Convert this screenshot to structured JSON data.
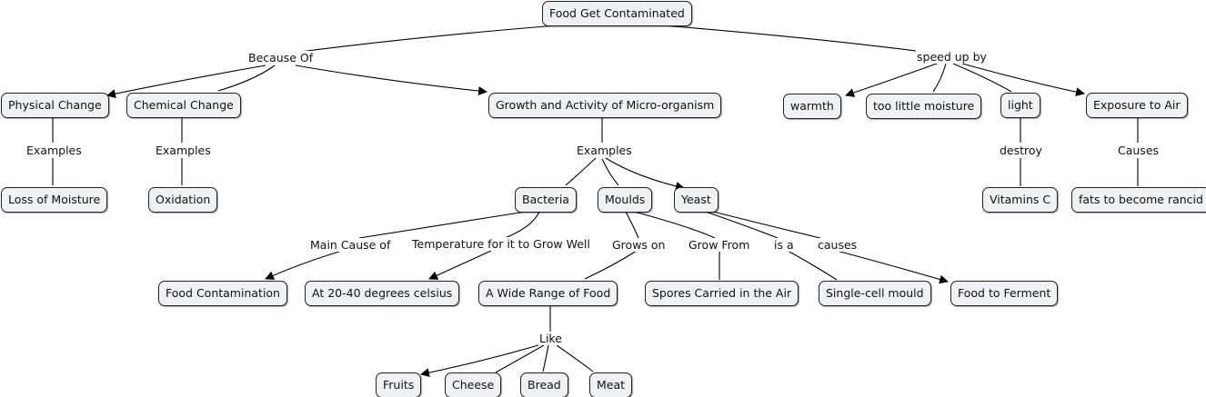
{
  "concepts": {
    "food_get_contaminated": "Food Get Contaminated",
    "physical_change": "Physical Change",
    "chemical_change": "Chemical Change",
    "growth_activity": "Growth and Activity of Micro-organism",
    "warmth": "warmth",
    "too_little_moisture": "too little moisture",
    "light": "light",
    "exposure_to_air": "Exposure to Air",
    "loss_of_moisture": "Loss of Moisture",
    "oxidation": "Oxidation",
    "bacteria": "Bacteria",
    "moulds": "Moulds",
    "yeast": "Yeast",
    "vitamins_c": "Vitamins C",
    "fats_rancid": "fats to become rancid",
    "food_contamination": "Food Contamination",
    "temp_20_40": "At 20-40 degrees celsius",
    "wide_range_food": "A Wide Range of  Food",
    "spores": "Spores Carried in the Air",
    "single_cell_mould": "Single-cell mould",
    "food_to_ferment": "Food to Ferment",
    "fruits": "Fruits",
    "cheese": "Cheese",
    "bread": "Bread",
    "meat": "Meat"
  },
  "linking_phrases": {
    "because_of": "Because Of",
    "speed_up_by": "speed up by",
    "examples_physical": "Examples",
    "examples_chemical": "Examples",
    "examples_micro": "Examples",
    "destroy": "destroy",
    "causes_air": "Causes",
    "main_cause_of": "Main Cause of",
    "temperature_grow": "Temperature for it to Grow Well",
    "grows_on": "Grows on",
    "grow_from": "Grow From",
    "is_a": "is a",
    "causes_yeast": "causes",
    "like": "Like"
  }
}
